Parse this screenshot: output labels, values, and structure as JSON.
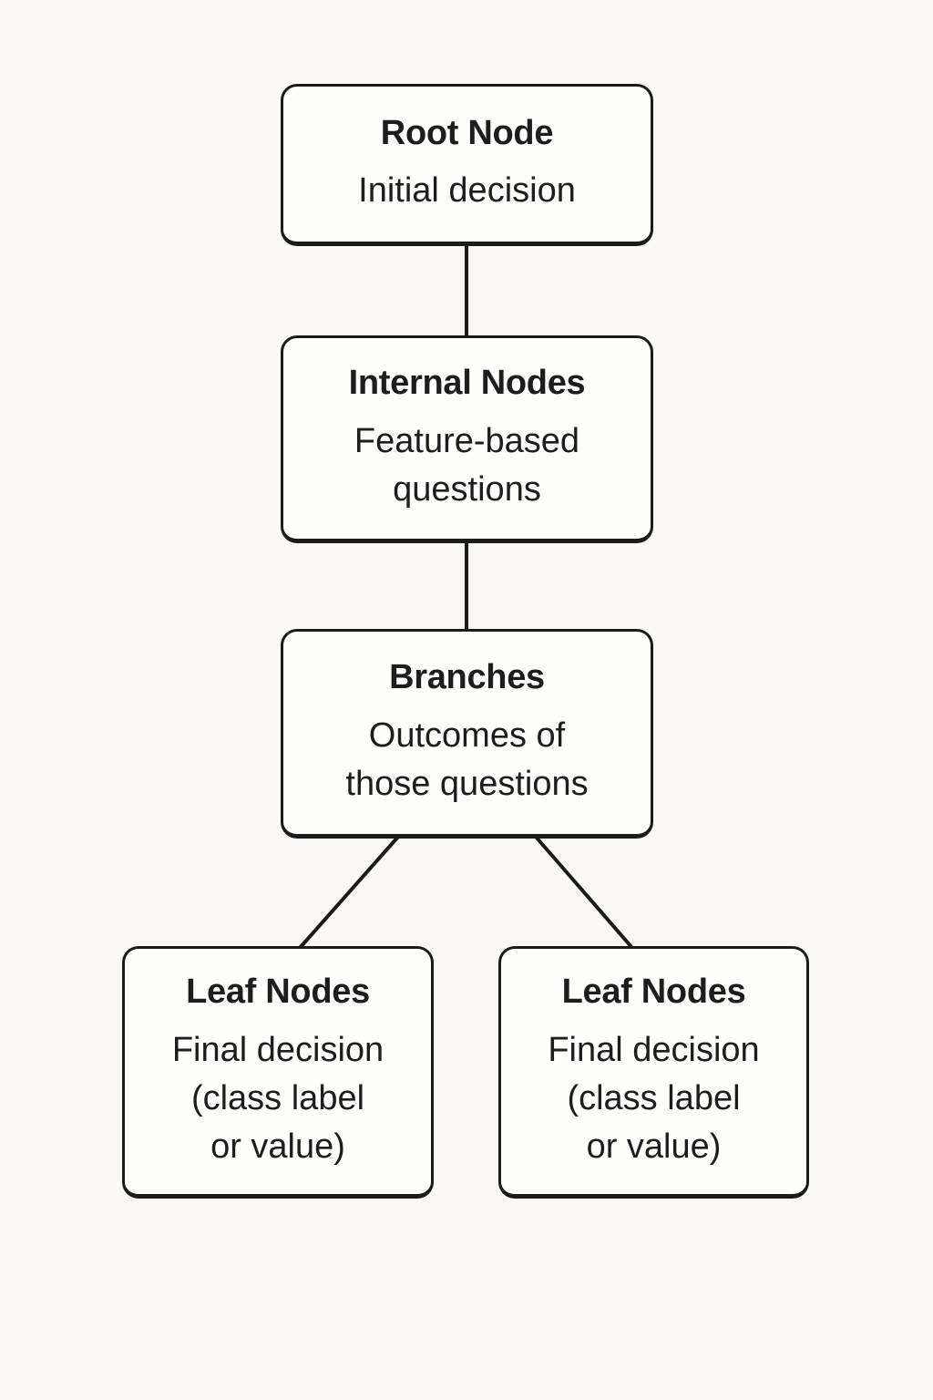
{
  "colors": {
    "page_background": "#FAF9F5",
    "node_fill": "#FEFEFD",
    "line_and_border": "#1B1B1B",
    "text": "#1D1D1D"
  },
  "nodes": [
    {
      "id": "root",
      "title": "Root Node",
      "subtitle": "Initial decision"
    },
    {
      "id": "internal",
      "title": "Internal Nodes",
      "subtitle": "Feature-based\nquestions"
    },
    {
      "id": "branches",
      "title": "Branches",
      "subtitle": "Outcomes of\nthose questions"
    },
    {
      "id": "leaf-left",
      "title": "Leaf Nodes",
      "subtitle": "Final decision\n(class label\nor value)"
    },
    {
      "id": "leaf-right",
      "title": "Leaf Nodes",
      "subtitle": "Final decision\n(class label\nor value)"
    }
  ],
  "edges": [
    {
      "from": "root",
      "to": "internal"
    },
    {
      "from": "internal",
      "to": "branches"
    },
    {
      "from": "branches",
      "to": "leaf-left"
    },
    {
      "from": "branches",
      "to": "leaf-right"
    }
  ]
}
